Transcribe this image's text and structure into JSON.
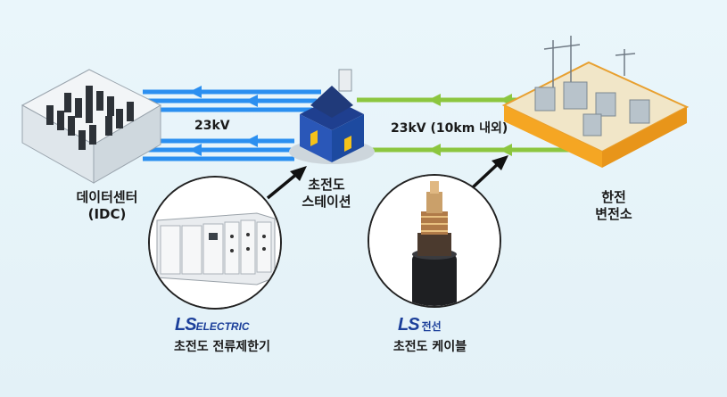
{
  "nodes": {
    "idc": {
      "line1": "데이터센터",
      "line2": "(IDC)"
    },
    "station": {
      "line1": "초전도",
      "line2": "스테이션"
    },
    "substation": {
      "line1": "한전",
      "line2": "변전소"
    }
  },
  "links": {
    "left_voltage": "23kV",
    "right_voltage": "23kV (10km 내외)"
  },
  "products": {
    "limiter": {
      "brand_mark": "LS",
      "brand_text": "ELECTRIC",
      "name": "초전도 전류제한기"
    },
    "cable": {
      "brand_mark": "LS",
      "brand_text": "전선",
      "name": "초전도 케이블"
    }
  },
  "colors": {
    "blue_line": "#2b8ff0",
    "green_line": "#8cc63f",
    "brand_blue": "#1b3f9a",
    "brand_red": "#e60012"
  }
}
